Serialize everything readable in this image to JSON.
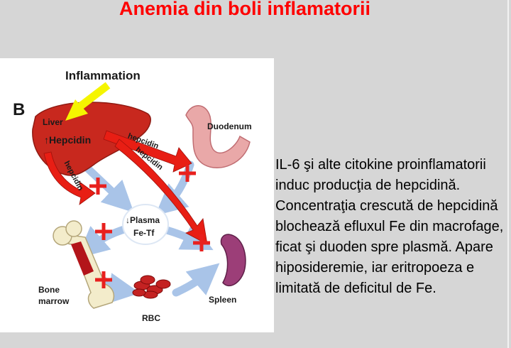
{
  "slide": {
    "title": "Anemia din boli inflamatorii",
    "paragraphs": [
      "IL-6 şi alte citokine proinflamatorii induc producţia de hepcidină.",
      "Concentraţia crescută de hepcidină blochează efluxul Fe din macrofage, ficat şi duoden spre plasmă.  Apare hiposideremie, iar eritropoeza e limitată de deficitul de Fe."
    ]
  },
  "diagram": {
    "panel_letter": "B",
    "inflammation": "Inflammation",
    "liver": "Liver",
    "hepcidin_up": "↑Hepcidin",
    "duodenum": "Duodenum",
    "plasma_line1": "↓Plasma",
    "plasma_line2": "Fe-Tf",
    "bone_line1": "Bone",
    "bone_line2": "marrow",
    "rbc": "RBC",
    "spleen": "Spleen",
    "arrow_label": "hepcidin"
  },
  "colors": {
    "title_red": "#ff0000",
    "liver_red": "#c8281e",
    "hepcidin_arrow_red": "#e81e14",
    "flow_arrow_blue": "#a9c4e8",
    "inflammation_arrow_yellow": "#f5f500",
    "block_cross_red": "#e8201e"
  }
}
